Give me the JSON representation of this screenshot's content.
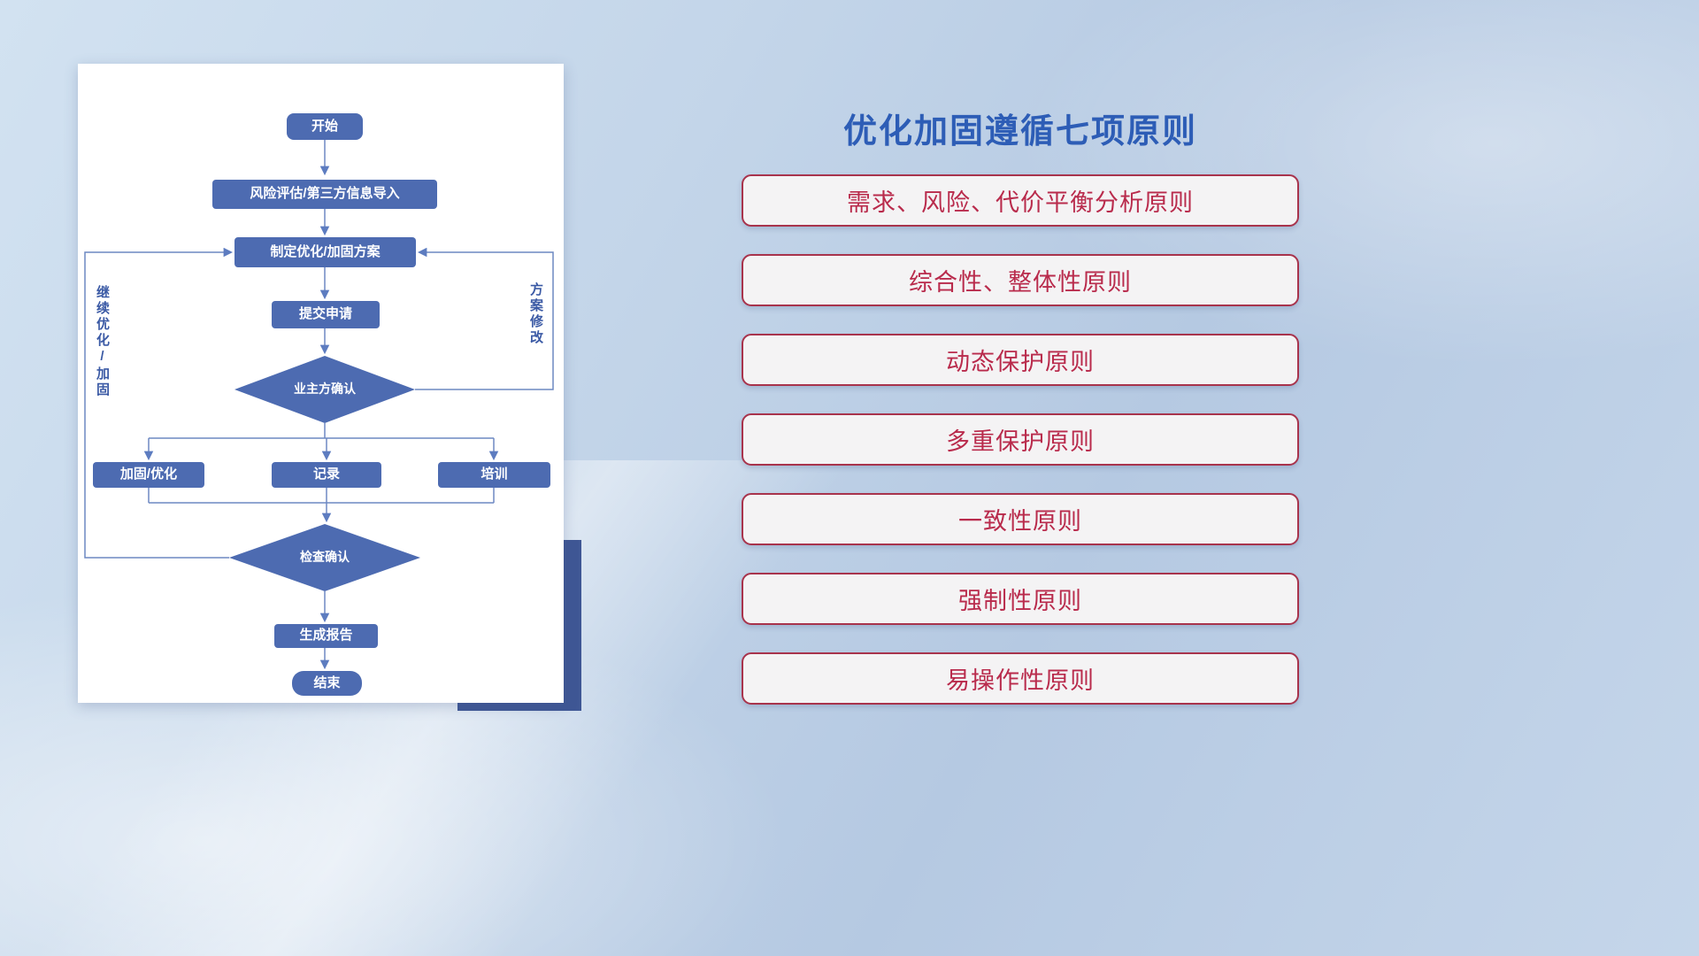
{
  "title": "优化加固遵循七项原则",
  "flowchart": {
    "nodes": [
      {
        "id": "start",
        "label": "开始"
      },
      {
        "id": "risk-import",
        "label": "风险评估/第三方信息导入"
      },
      {
        "id": "make-plan",
        "label": "制定优化/加固方案"
      },
      {
        "id": "submit-request",
        "label": "提交申请"
      },
      {
        "id": "owner-confirm",
        "label": "业主方确认"
      },
      {
        "id": "harden-optimize",
        "label": "加固/优化"
      },
      {
        "id": "record",
        "label": "记录"
      },
      {
        "id": "training",
        "label": "培训"
      },
      {
        "id": "check-confirm",
        "label": "检查确认"
      },
      {
        "id": "generate-report",
        "label": "生成报告"
      },
      {
        "id": "end",
        "label": "结束"
      }
    ],
    "edge_labels": [
      {
        "id": "left-loop",
        "label": "继续优化/加固"
      },
      {
        "id": "right-loop",
        "label": "方案修改"
      }
    ]
  },
  "principles": [
    "需求、风险、代价平衡分析原则",
    "综合性、整体性原则",
    "动态保护原则",
    "多重保护原则",
    "一致性原则",
    "强制性原则",
    "易操作性原则"
  ],
  "colors": {
    "title_blue": "#2d5db6",
    "flow_node_blue": "#4d6bb1",
    "connector_blue": "#6d88c2",
    "principle_red": "#b92b4c",
    "card_border_red": "#a8334c",
    "panel_shadow_navy": "#3f5795"
  }
}
